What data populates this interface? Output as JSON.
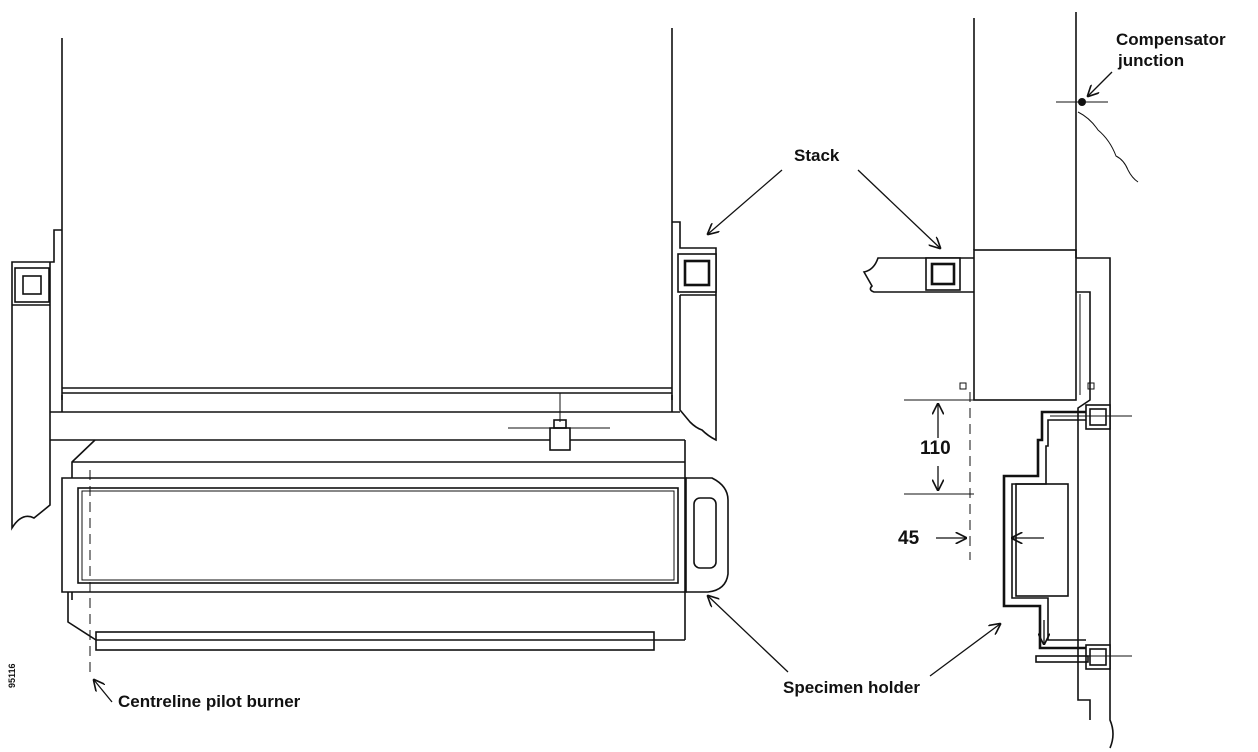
{
  "labels": {
    "compensator": "Compensator",
    "junction": "junction",
    "stack": "Stack",
    "specimen_holder": "Specimen holder",
    "centreline": "Centreline pilot burner",
    "figure_number": "95116"
  },
  "dimensions": {
    "d110": "110",
    "d45": "45"
  }
}
